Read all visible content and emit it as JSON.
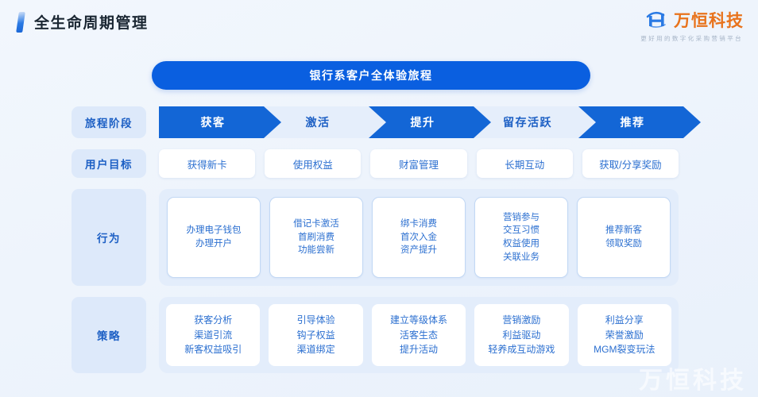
{
  "header": {
    "page_title": "全生命周期管理",
    "logo": {
      "mark": "h-logo-icon",
      "name": "万恒科技",
      "tagline": "更好用的数字化采购营销平台",
      "name_color": "#e8731c",
      "mark_color": "#2a7ae4"
    }
  },
  "banner": {
    "title": "银行系客户全体验旅程",
    "color": "#0a5fe0"
  },
  "rows": {
    "stage": {
      "label": "旅程阶段"
    },
    "goal": {
      "label": "用户目标"
    },
    "behavior": {
      "label": "行为"
    },
    "strategy": {
      "label": "策略"
    }
  },
  "stages": [
    {
      "label": "获客",
      "style": "dark"
    },
    {
      "label": "激活",
      "style": "light"
    },
    {
      "label": "提升",
      "style": "dark"
    },
    {
      "label": "留存活跃",
      "style": "light"
    },
    {
      "label": "推荐",
      "style": "dark"
    }
  ],
  "goals": [
    "获得新卡",
    "使用权益",
    "财富管理",
    "长期互动",
    "获取/分享奖励"
  ],
  "behaviors": [
    [
      "办理电子钱包",
      "办理开户"
    ],
    [
      "借记卡激活",
      "首刷消费",
      "功能尝新"
    ],
    [
      "绑卡消费",
      "首次入金",
      "资产提升"
    ],
    [
      "营销参与",
      "交互习惯",
      "权益使用",
      "关联业务"
    ],
    [
      "推荐新客",
      "领取奖励"
    ]
  ],
  "strategies": [
    [
      "获客分析",
      "渠道引流",
      "新客权益吸引"
    ],
    [
      "引导体验",
      "钩子权益",
      "渠道绑定"
    ],
    [
      "建立等级体系",
      "活客生态",
      "提升活动"
    ],
    [
      "营销激励",
      "利益驱动",
      "轻养成互动游戏"
    ],
    [
      "利益分享",
      "荣誉激励",
      "MGM裂变玩法"
    ]
  ],
  "watermark": "万恒科技",
  "colors": {
    "chevron_dark": "#1366d6",
    "chevron_light": "#e5eefb",
    "panel_bg": "#e3edfb",
    "label_bg": "#dde9fa",
    "text_blue": "#2b6fd0",
    "page_bg": "#eef4fc"
  }
}
